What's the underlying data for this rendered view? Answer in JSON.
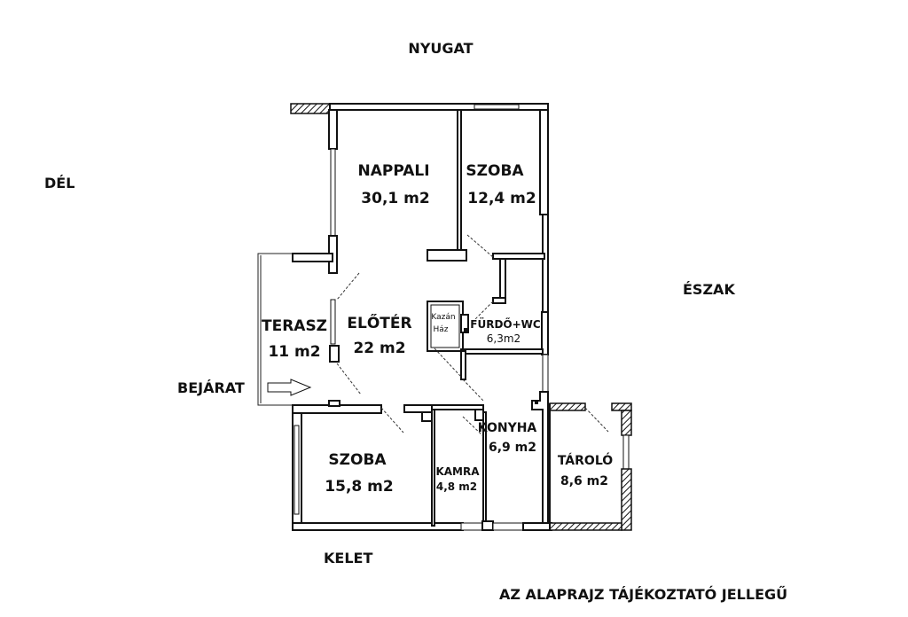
{
  "compass": {
    "west": "NYUGAT",
    "south": "DÉL",
    "north": "ÉSZAK",
    "east": "KELET"
  },
  "entrance_label": "BEJÁRAT",
  "disclaimer": "AZ ALAPRAJZ TÁJÉKOZTATÓ JELLEGŰ",
  "rooms": [
    {
      "name": "NAPPALI",
      "area": "30,1 m2"
    },
    {
      "name": "SZOBA",
      "area": "12,4 m2"
    },
    {
      "name": "TERASZ",
      "area": "11 m2"
    },
    {
      "name": "ELŐTÉR",
      "area": "22 m2"
    },
    {
      "name": "Kazán",
      "area": "Ház"
    },
    {
      "name": "FÜRDŐ+WC",
      "area": "6,3m2"
    },
    {
      "name": "SZOBA",
      "area": "15,8 m2"
    },
    {
      "name": "KAMRA",
      "area": "4,8 m2"
    },
    {
      "name": "KONYHA",
      "area": "6,9 m2"
    },
    {
      "name": "TÁROLÓ",
      "area": "8,6 m2"
    }
  ]
}
